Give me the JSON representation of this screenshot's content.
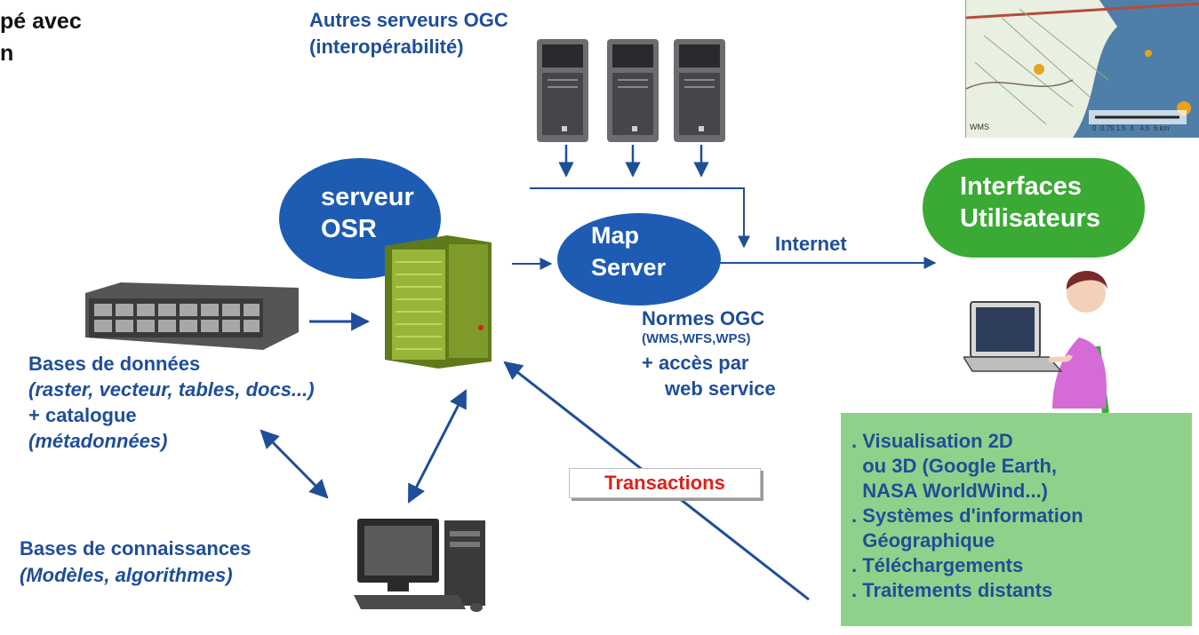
{
  "title_fragment": [
    "pé avec",
    "n"
  ],
  "other_servers": [
    "Autres serveurs OGC",
    "(interopérabilité)"
  ],
  "osr_bubble": [
    "serveur",
    "OSR"
  ],
  "map_server": [
    "Map",
    "Server"
  ],
  "interfaces_bubble": [
    "Interfaces",
    "Utilisateurs"
  ],
  "internet_label": "Internet",
  "norms": {
    "heading": "Normes OGC",
    "detail": "(WMS,WFS,WPS)",
    "access": [
      "+ accès par",
      "web service"
    ]
  },
  "databases": {
    "heading": "Bases de données",
    "detail": "(raster, vecteur, tables, docs...)",
    "catalog": "+ catalogue",
    "catalog_detail": "(métadonnées)"
  },
  "knowledge": {
    "heading": "Bases de connaissances",
    "detail": "(Modèles, algorithmes)"
  },
  "transactions_label": "Transactions",
  "features": [
    ". Visualisation 2D",
    "  ou 3D (Google Earth,",
    "  NASA WorldWind...)",
    ". Systèmes d'information",
    "  Géographique",
    ". Téléchargements",
    ". Traitements distants"
  ],
  "map_thumbnail": {
    "corner_label": "WMS",
    "scale_label": "0  0.75 1.5  3   4.5  6 km"
  },
  "colors": {
    "blue_oval": "#1e5cb3",
    "green_oval": "#3aaa35",
    "arrow_blue": "#1f4e99",
    "transactions_red": "#e0201b",
    "features_bg": "#8fd18a"
  },
  "icons": [
    "rack-server-icon",
    "storage-array-icon",
    "server-tower-icon",
    "desktop-computer-icon",
    "laptop-user-icon",
    "map-thumbnail"
  ]
}
